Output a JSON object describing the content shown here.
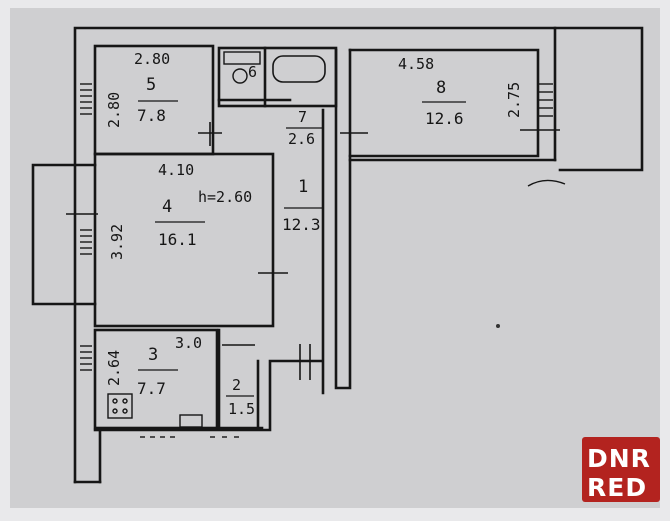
{
  "rooms": [
    {
      "id": "room-5",
      "number": "5",
      "area": "7.8",
      "width": "2.80",
      "depth": "2.80"
    },
    {
      "id": "room-8",
      "number": "8",
      "area": "12.6",
      "width": "4.58",
      "depth": "2.75"
    },
    {
      "id": "room-4",
      "number": "4",
      "area": "16.1",
      "width": "4.10",
      "depth": "3.92",
      "ceiling": "h=2.60"
    },
    {
      "id": "room-1",
      "number": "1",
      "area": "12.3"
    },
    {
      "id": "room-7",
      "number": "7",
      "area": "2.6"
    },
    {
      "id": "room-3",
      "number": "3",
      "area": "7.7",
      "width": "3.0",
      "depth": "2.64"
    },
    {
      "id": "room-2",
      "number": "2",
      "area": "1.5"
    },
    {
      "id": "room-6",
      "number": "6"
    }
  ],
  "watermark": {
    "line1": "DNR",
    "line2": "RED"
  },
  "colors": {
    "paper": "#cfcfd1",
    "ink": "#161616",
    "watermark": "#b3231f"
  }
}
